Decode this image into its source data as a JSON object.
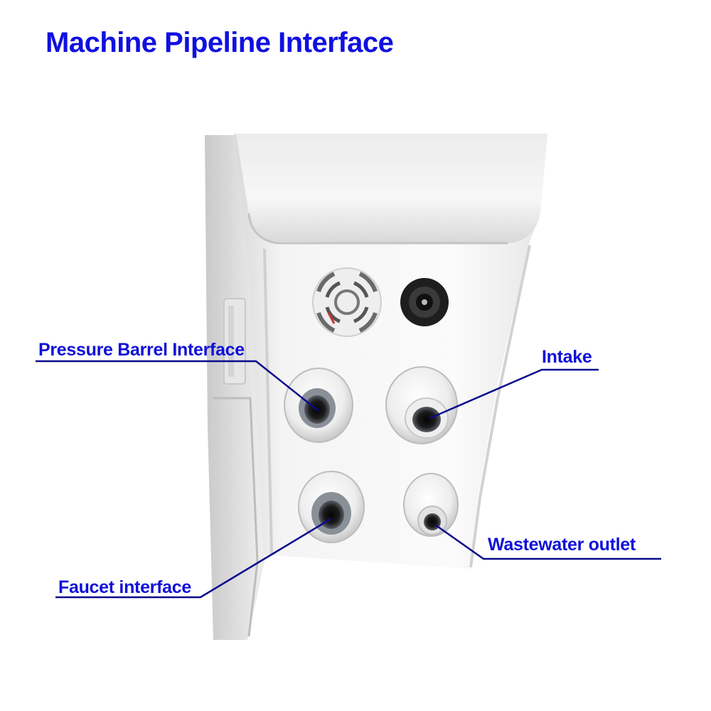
{
  "title": "Machine Pipeline Interface",
  "labels": {
    "pressure_barrel": "Pressure Barrel Interface",
    "intake": "Intake",
    "faucet": "Faucet interface",
    "wastewater": "Wastewater outlet"
  },
  "colors": {
    "label_blue": "#1010e0",
    "leader_line": "#0a0a8c",
    "housing": "#f2f2f2"
  }
}
